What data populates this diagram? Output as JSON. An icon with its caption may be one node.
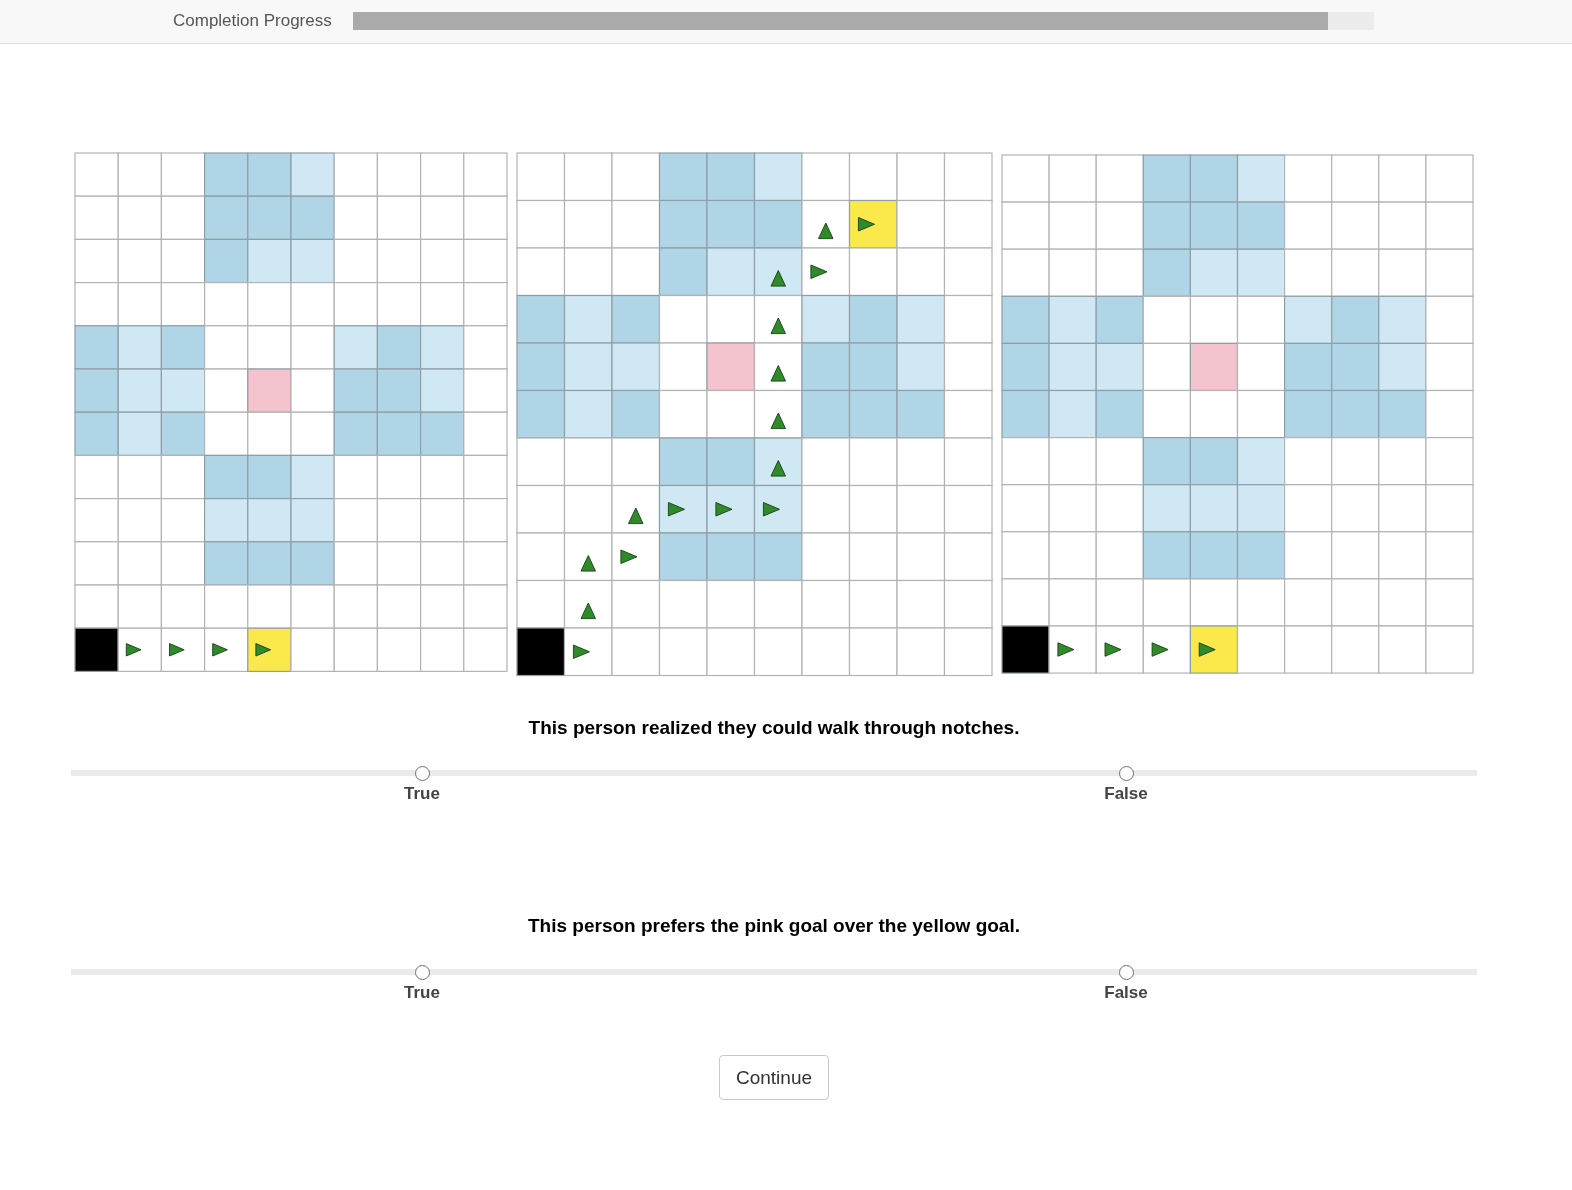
{
  "diagram": {
    "labels": [
      "Completion Progress",
      "This person realized they could walk through notches.",
      "True",
      "False",
      "This person prefers the pink goal over the yellow goal.",
      "True",
      "False",
      "Continue"
    ]
  }
}
